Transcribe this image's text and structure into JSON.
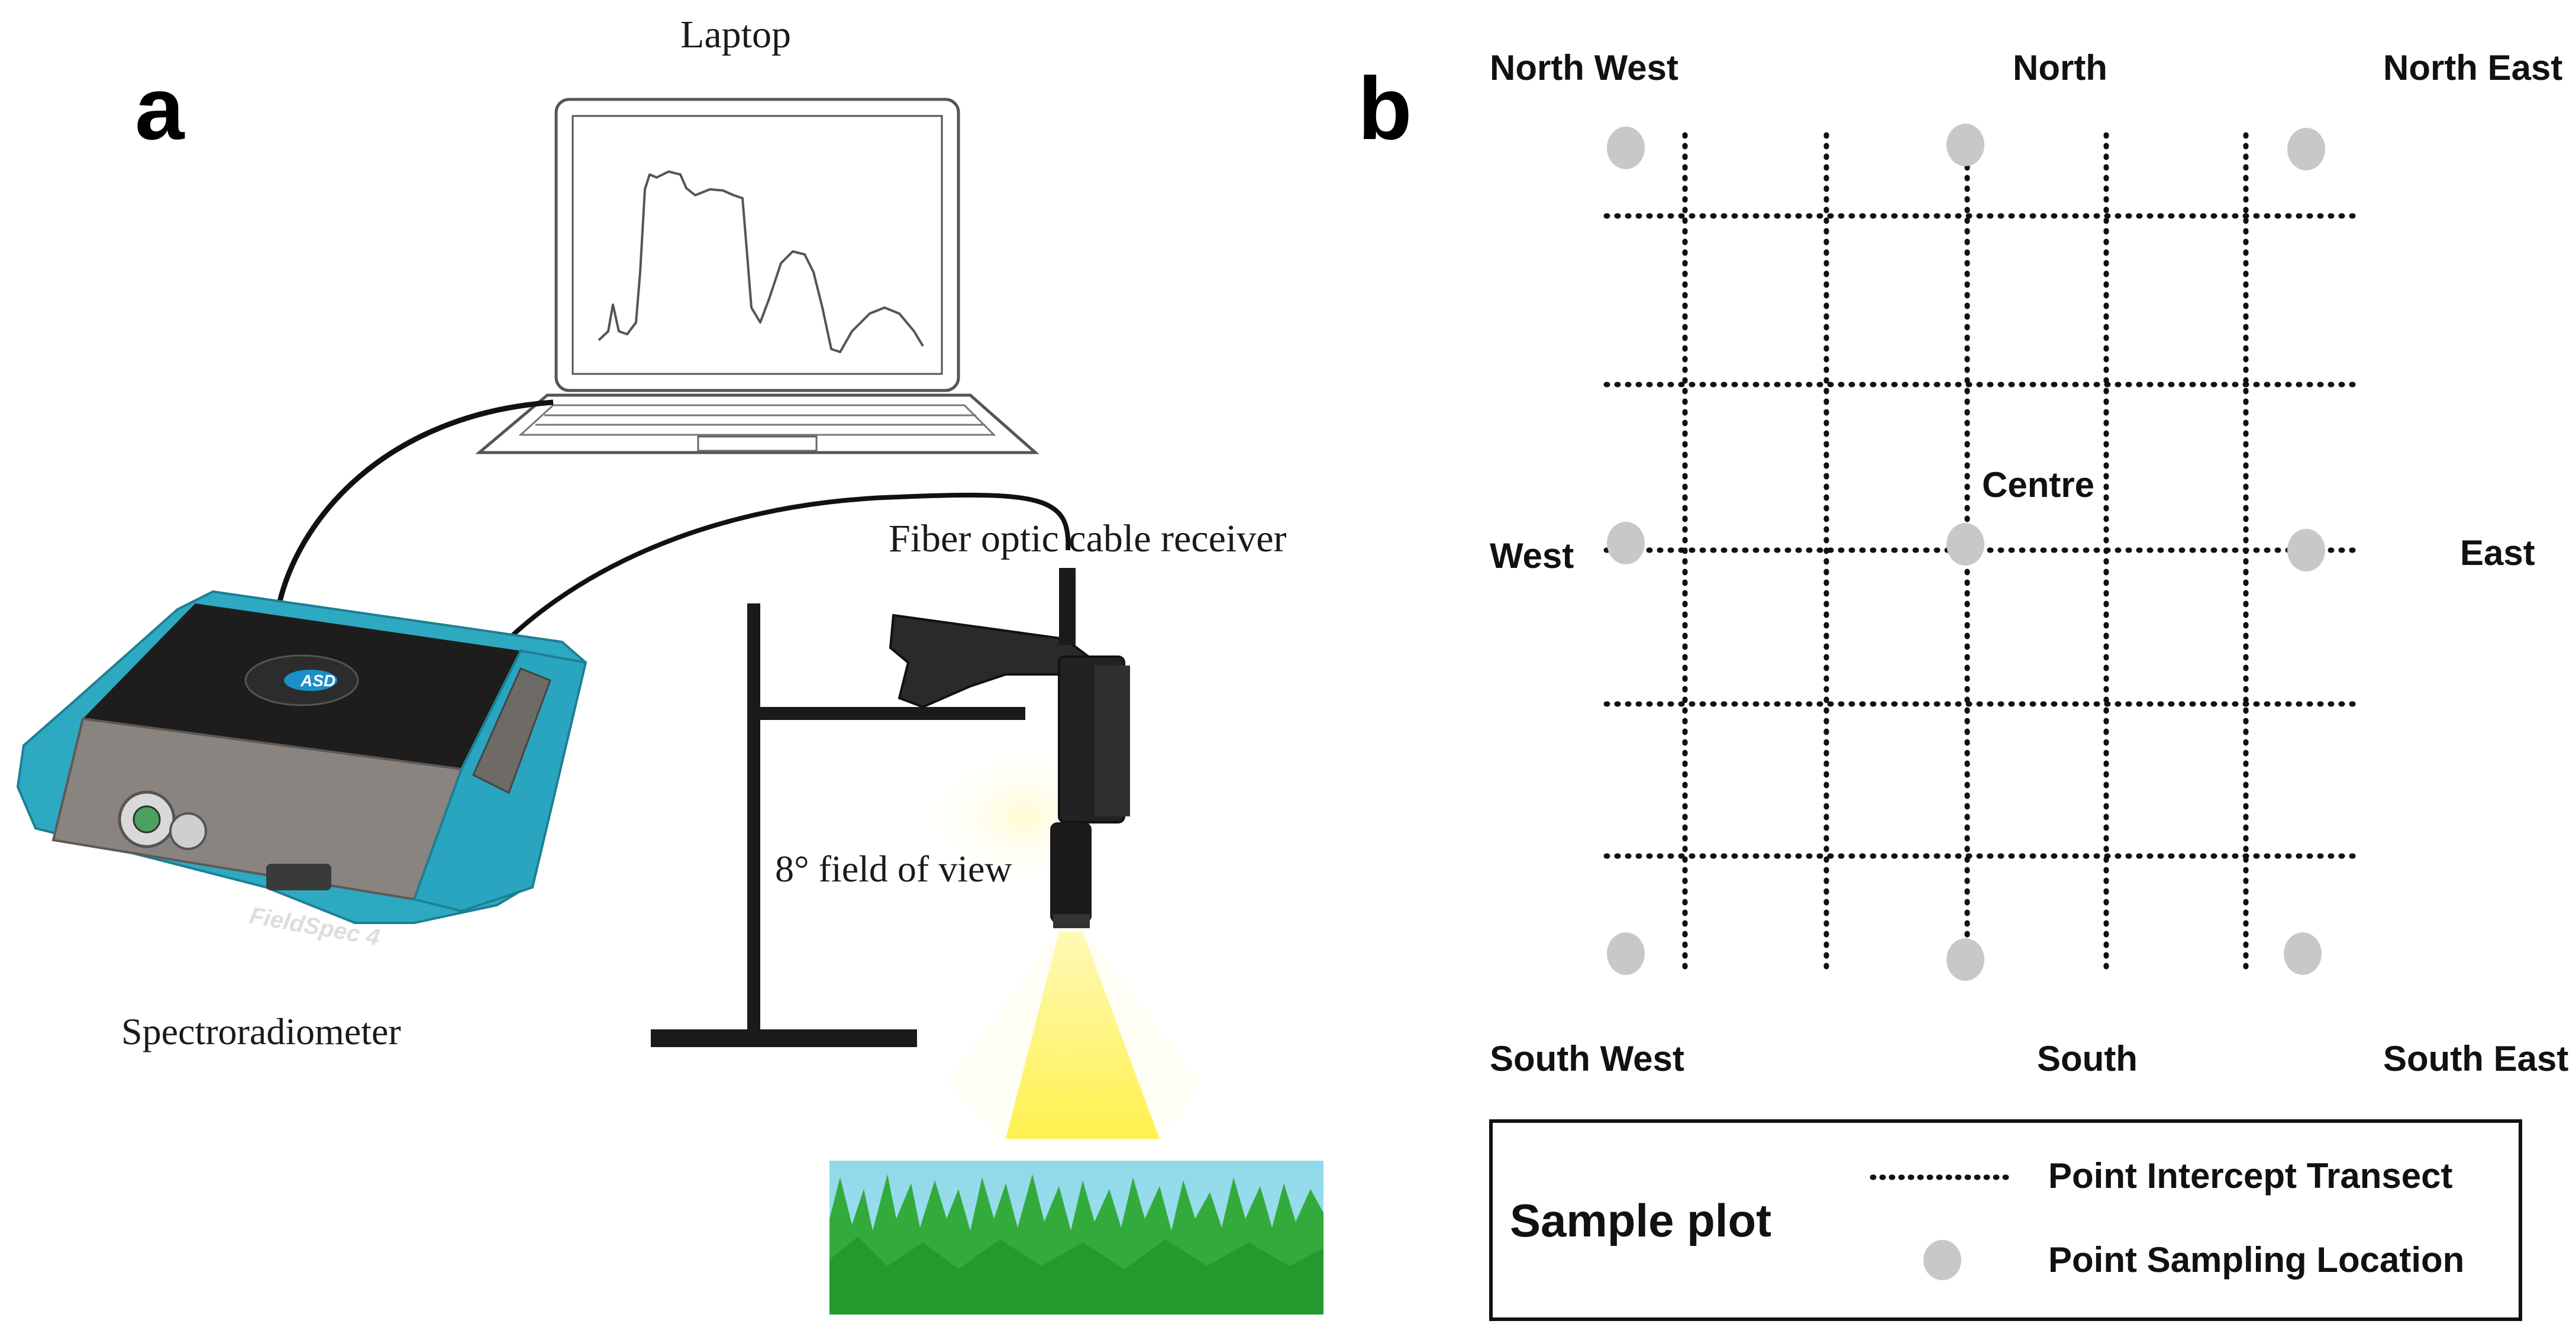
{
  "panel_a": {
    "letter": "a",
    "laptop_label": "Laptop",
    "fiber_label": "Fiber optic cable receiver",
    "fov_label": "8° field of view",
    "spectro_label": "Spectroradiometer",
    "device_brand": "ASD",
    "device_model": "FieldSpec 4",
    "colors": {
      "device_body": "#2aa7c0",
      "device_top": "#1b1b1b",
      "beam": "#fff21a",
      "sky": "#8fd6e6",
      "grass": "#2fa83a"
    }
  },
  "panel_b": {
    "letter": "b",
    "labels": {
      "north_west": "North West",
      "north": "North",
      "north_east": "North East",
      "west": "West",
      "centre": "Centre",
      "east": "East",
      "south_west": "South West",
      "south": "South",
      "south_east": "South East"
    },
    "legend": {
      "title": "Sample plot",
      "transect_label": "Point Intercept Transect",
      "point_label": "Point Sampling Location"
    },
    "colors": {
      "point": "#c8c8c8",
      "transect": "#111111"
    }
  }
}
